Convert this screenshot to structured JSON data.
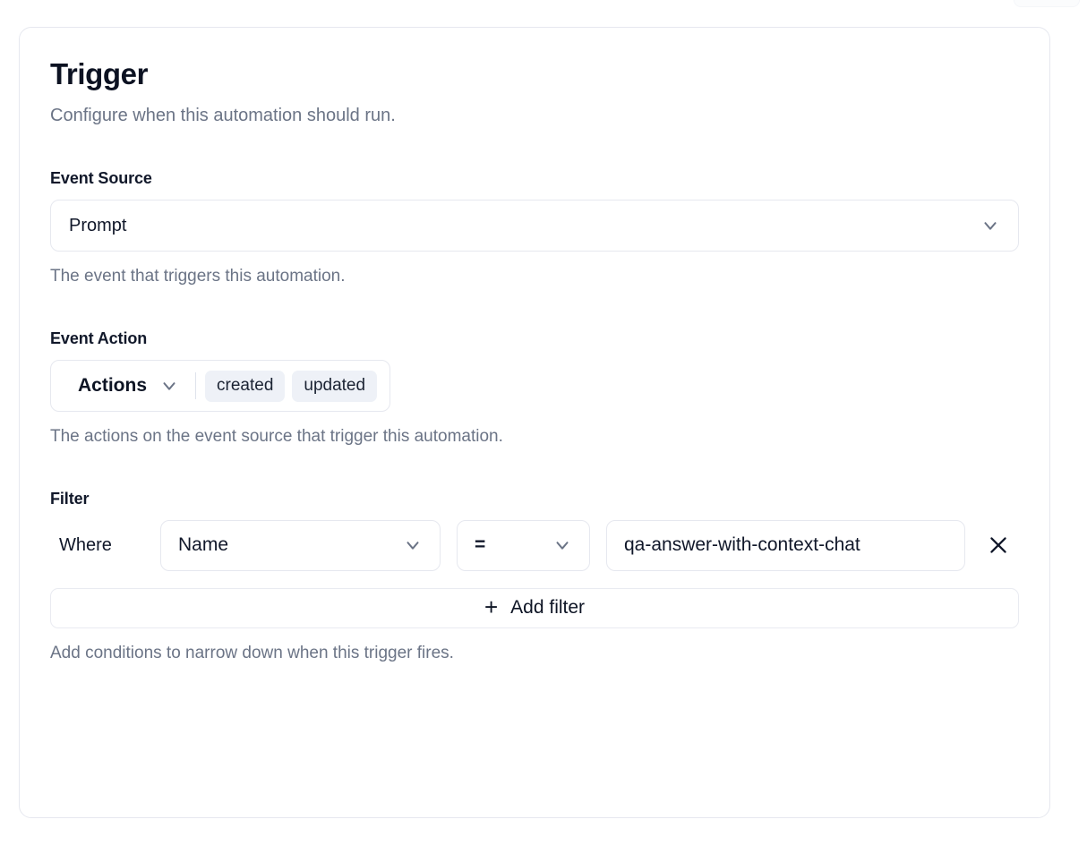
{
  "card": {
    "title": "Trigger",
    "subtitle": "Configure when this automation should run."
  },
  "event_source": {
    "label": "Event Source",
    "value": "Prompt",
    "help": "The event that triggers this automation.",
    "chevron_icon": "chevron-down-icon"
  },
  "event_action": {
    "label": "Event Action",
    "trigger_label": "Actions",
    "chevron_icon": "chevron-down-icon",
    "selected": [
      "created",
      "updated"
    ],
    "help": "The actions on the event source that trigger this automation."
  },
  "filter": {
    "label": "Filter",
    "where_label": "Where",
    "field_value": "Name",
    "operator_value": "=",
    "value_text": "qa-answer-with-context-chat",
    "value_placeholder": "Value",
    "remove_icon": "close-icon",
    "add_label": "Add filter",
    "add_icon": "plus-icon",
    "help": "Add conditions to narrow down when this trigger fires."
  },
  "colors": {
    "card_border": "#e6e8ef",
    "text_primary": "#101729",
    "text_muted": "#6b7486",
    "pill_bg": "#eef1f7",
    "chevron": "#6b7486"
  }
}
